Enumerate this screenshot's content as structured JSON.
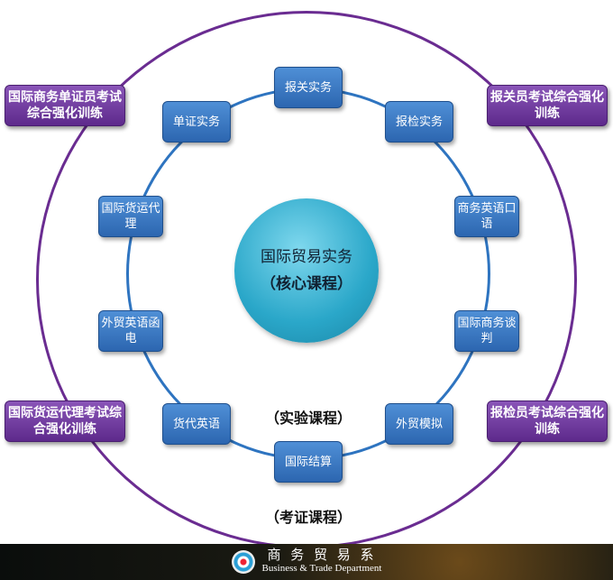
{
  "center": {
    "title": "国际贸易实务",
    "subtitle": "（核心课程）"
  },
  "labels": {
    "lab": "（实验课程）",
    "cert": "（考证课程）"
  },
  "lab_courses": [
    "报关实务",
    "报检实务",
    "商务英语口语",
    "国际商务谈判",
    "外贸模拟",
    "国际结算",
    "货代英语",
    "外贸英语函电",
    "国际货运代理",
    "单证实务"
  ],
  "cert_trainings": [
    "国际商务单证员考试综合强化训练",
    "报关员考试综合强化训练",
    "国际货运代理考试综合强化训练",
    "报检员考试综合强化训练"
  ],
  "footer": {
    "dept_cn": "商 务 贸 易 系",
    "dept_en": "Business & Trade Department"
  },
  "colors": {
    "outer_ring": "#6a2c91",
    "inner_ring": "#2e74c0",
    "box": "#3a78c4",
    "cert_box": "#6b3596"
  }
}
